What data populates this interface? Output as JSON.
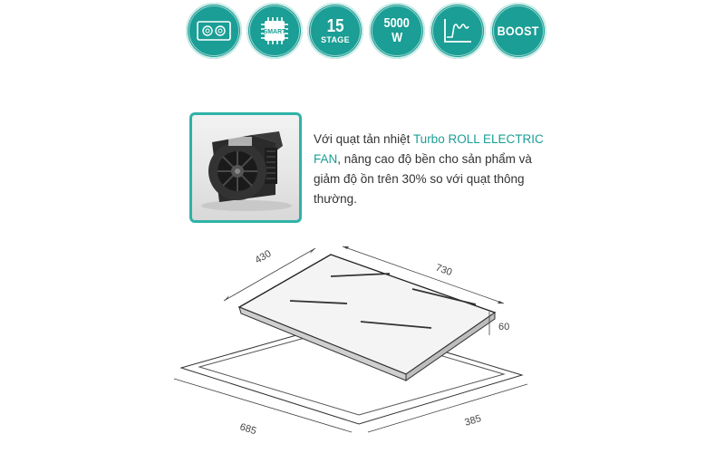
{
  "badges": [
    {
      "icon": "dual-zone-cooktop-icon"
    },
    {
      "icon": "smart-chip-icon",
      "label": "SMART"
    },
    {
      "number": "15",
      "label": "STAGE"
    },
    {
      "line1": "5000",
      "line2": "W"
    },
    {
      "icon": "power-curve-icon"
    },
    {
      "label": "BOOST"
    }
  ],
  "fan": {
    "image_icon": "turbo-fan-icon",
    "text_before": "Với quạt tản nhiệt ",
    "highlight": "Turbo ROLL ELECTRIC FAN",
    "text_after": ", nâng cao độ bền cho sản phẩm và giảm độ ồn trên 30% so với quạt thông thường."
  },
  "dimensions": {
    "top_depth": "430",
    "top_width": "730",
    "height": "60",
    "cutout_width": "685",
    "cutout_depth": "385"
  },
  "colors": {
    "accent": "#1a9e95"
  }
}
